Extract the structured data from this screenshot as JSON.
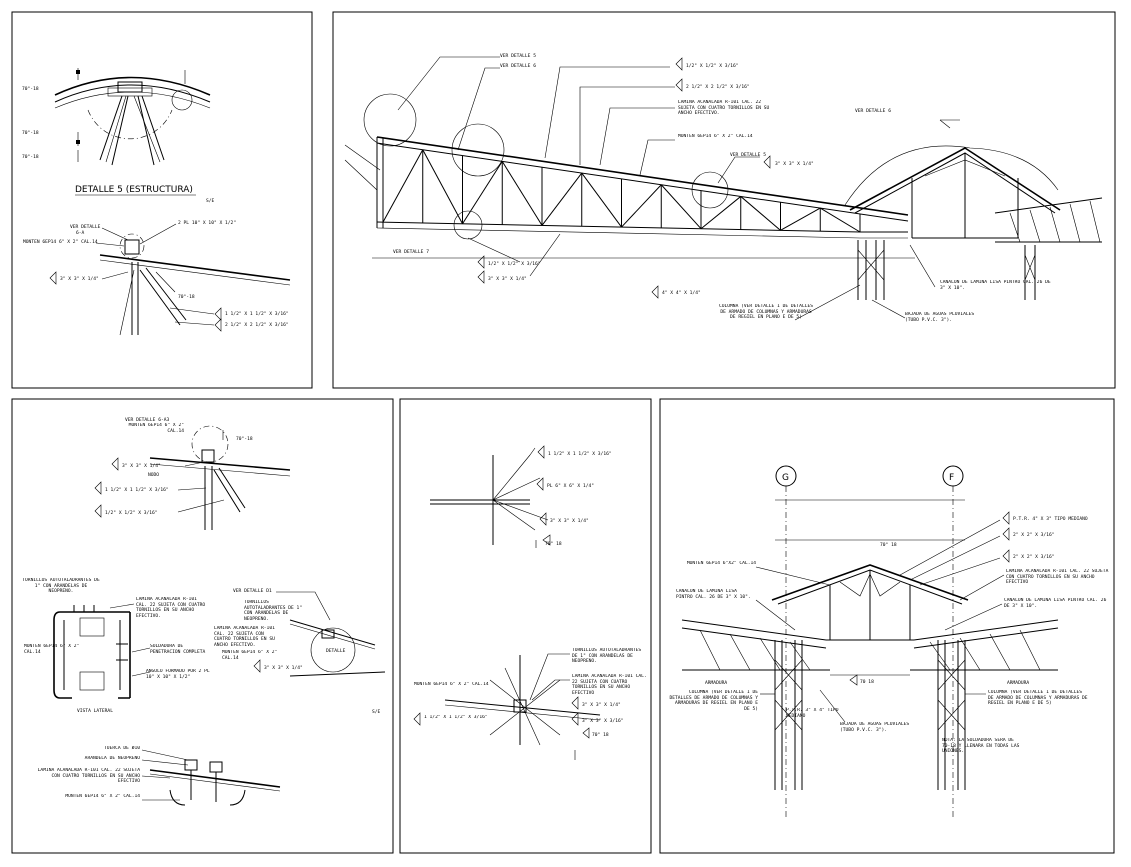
{
  "panel_a": {
    "title": "DETALLE 5 (ESTRUCTURA)",
    "scale": "S/E",
    "slope_top": "70°-18",
    "slope_left_1": "70°-18",
    "slope_left_2": "70°-18",
    "ver_detalle": "VER DETALLE",
    "ver_detalle_ref": "6-A",
    "monten": "MONTEN 6EP14 6\" X 2\" CAL.14",
    "pl": "2 PL 10\" X 10\" X 1/2\"",
    "angle_a": "3\" X 3\" X 1/4\"",
    "slope_b": "70°-18",
    "angle_b": "1 1/2\" X 1 1/2\" X 3/16\"",
    "angle_c": "2 1/2\" X 2 1/2\" X 3/16\""
  },
  "panel_b": {
    "ver_5": "VER DETALLE 5",
    "ver_6": "VER DETALLE 6",
    "angle_1": "1/2\" X 1/2\" X 3/16\"",
    "angle_2": "2 1/2\" X 2 1/2\" X 3/16\"",
    "lamina": "LAMINA ACANALADA R-101 CAL. 22 SUJETA CON CUATRO TORNILLOS EN SU ANCHO EFECTIVO.",
    "monten": "MONTEN 6EP14 6\" X 2\" CAL.14",
    "ver_5b": "VER DETALLE 5",
    "angle_3": "3\" X 3\" X 1/4\"",
    "ver_6b": "VER DETALLE 6",
    "ver_7": "VER DETALLE 7",
    "angle_4": "1/2\" X 1/2\" X 3/16\"",
    "angle_5": "3\" X 3\" X 1/4\"",
    "angle_6": "4\" X 4\" X 1/4\"",
    "columna": "COLUMNA (VER DETALLE 1 DE DETALLES DE ARMADO DE COLUMNAS Y ARMADURAS DE REGIEL EN PLANO E DE 5)",
    "canalon": "CANALON DE LAMINA LISA PINTRO CAL. 26 DE 3\" X 10\".",
    "bajada": "BAJADA DE AGUAS PLUVIALES (TUBO P.V.C. 3\")."
  },
  "panel_c": {
    "ver_6a": "VER DETALLE 6-A3",
    "monten": "MONTEN 6EP14 6\" X 2\" CAL.14",
    "slope": "70°-18",
    "angle_1": "3\" X 3\" X 1/4\"",
    "nodo": "NODO",
    "angle_2": "1 1/2\" X 1 1/2\" X 3/16\"",
    "angle_3": "1/2\" X 1/2\" X 3/16\"",
    "tornillos": "TORNILLOS AUTOTALADRANTES DE 1\" CON ARANDELAS DE NEOPRENO.",
    "lamina": "LAMINA ACANALADA R-101 CAL. 22 SUJETA CON CUATRO TORNILLOS EN SU ANCHO EFECTIVO.",
    "monten_b": "MONTEN 6EP14 6\" X 2\" CAL.14",
    "soldadura": "SOLDADURA DE PENETRACION COMPLETA",
    "angulo": "ANGULO FORMADO POR 2 PL 10\" X 10\" X 1/2\"",
    "vista": "VISTA LATERAL",
    "ver_d": "VER DETALLE D1",
    "tornillos_b": "TORNILLOS AUTOTALADRANTES DE 1\" CON ARANDELAS DE NEOPRENO.",
    "lamina_b": "LAMINA ACANALADA R-101 CAL. 22 SUJETA CON CUATRO TORNILLOS EN SU ANCHO EFECTIVO.",
    "monten_c": "MONTEN 6EP14 6\" X 2\" CAL.14",
    "angle_4": "3\" X 3\" X 1/4\"",
    "detail_lbl": "DETALLE",
    "scale": "S/E",
    "tuerca": "TUERCA DE Ø10",
    "arandela": "ARANDELA DE NEOPRENO",
    "lamina_c": "LAMINA ACANALADA R-101 CAL. 22 SUJETA CON CUATRO TORNILLOS EN SU ANCHO EFECTIVO",
    "monten_d": "MONTEN 6EP14 6\" X 2\" CAL.14"
  },
  "panel_d": {
    "angle_1": "1 1/2\" X 1 1/2\" X 3/16\"",
    "pl": "PL 6\" X 6\" X 1/4\"",
    "angle_2": "3\" X 3\" X 1/4\"",
    "slope": "70° 18",
    "tornillos": "TORNILLOS AUTOTALADRANTES DE 1\" CON ARANDELAS DE NEOPRENO.",
    "lamina": "LAMINA ACANALADA R-101 CAL. 22 SUJETA CON CUATRO TORNILLOS EN SU ANCHO EFECTIVO",
    "monten": "MONTEN 6EP14 6\" X 2\" CAL.14",
    "angle_3": "1 1/2\" X 1 1/2\" X 3/16\"",
    "angle_4": "3\" X 3\" X 1/4\"",
    "angle_5": "3\" X 3\" X 3/16\"",
    "slope_b": "70° 18"
  },
  "panel_e": {
    "axis_g": "G",
    "axis_f": "F",
    "ptr": "P.T.R. 4\" X 3\" TIPO MEDIANO",
    "angle_1": "2\" X 2\" X 3/16\"",
    "angle_2": "2\" X 2\" X 3/16\"",
    "monten": "MONTEN 6EP14 6\"X2\" CAL.14",
    "slope": "70° 18",
    "lamina": "LAMINA ACANALADA R-101 CAL. 22 SUJETA CON CUATRO TORNILLOS EN SU ANCHO EFECTIVO",
    "canalon_l": "CANALON DE LAMINA LISA PINTRO CAL. 26 DE 3\" X 10\".",
    "canalon_r": "CANALON DE LAMINA LISA PINTRO CAL. 26 DE 3\" X 10\".",
    "armadura_l": "ARMADURA",
    "armadura_r": "ARMADURA",
    "slope_b": "70 18",
    "columna_l": "COLUMNA (VER DETALLE 1 DE DETALLES DE ARMADO DE COLUMNAS Y ARMADURAS DE REGIEL EN PLANO E DE 5)",
    "ptr_b": "P.T.R. 3\" X 4\" TIPO MEDIANO",
    "bajada": "BAJADA DE AGUAS PLUVIALES (TUBO P.V.C. 3\").",
    "columna_r": "COLUMNA (VER DETALLE 1 DE DETALLES DE ARMADO DE COLUMNAS Y ARMADURAS DE REGIEL EN PLANO E DE 5)",
    "nota": "NOTA: LA SOLDADURA SERA DE 70-18 Y LLENARA EN TODAS LAS UNIONES."
  }
}
